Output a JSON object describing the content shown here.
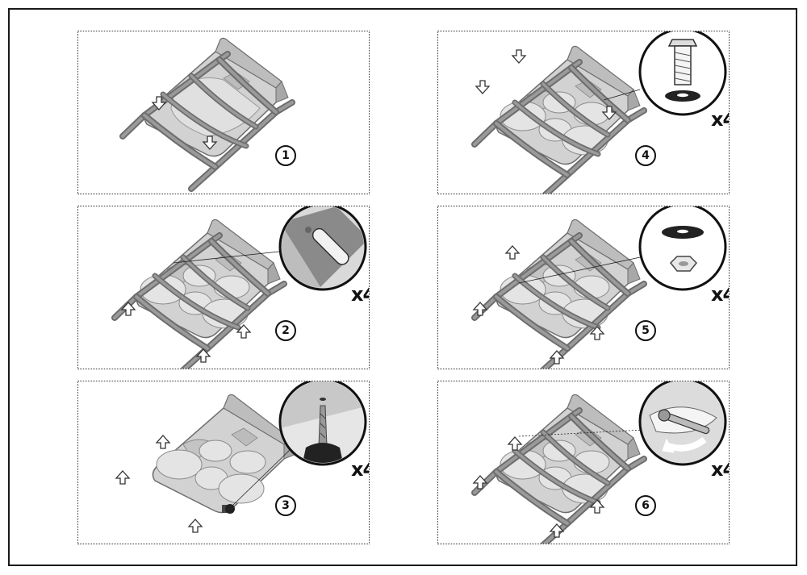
{
  "steps": [
    {
      "number": "1"
    },
    {
      "number": "2",
      "quantity": "x4"
    },
    {
      "number": "3",
      "quantity": "x4"
    },
    {
      "number": "4",
      "quantity": "x4"
    },
    {
      "number": "5",
      "quantity": "x4"
    },
    {
      "number": "6",
      "quantity": "x4"
    }
  ]
}
